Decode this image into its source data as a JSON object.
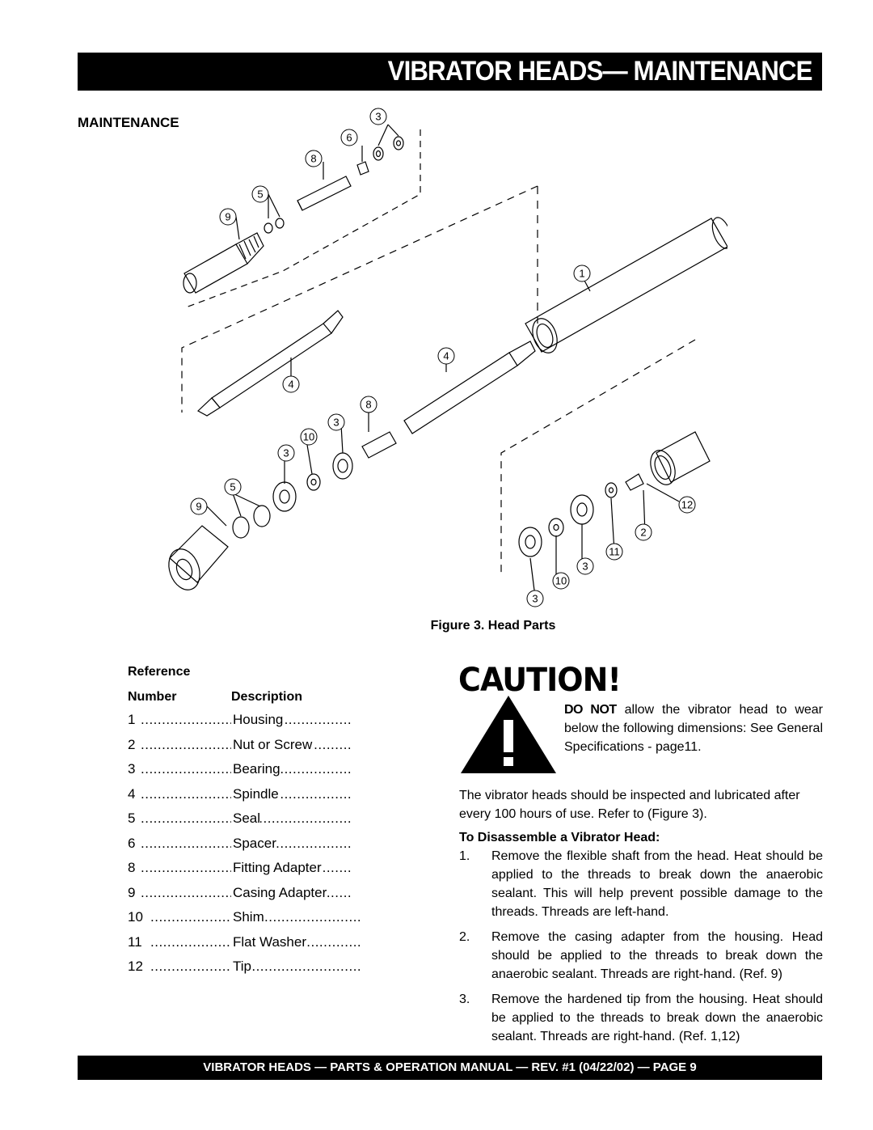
{
  "header": {
    "title": "VIBRATOR HEADS— MAINTENANCE"
  },
  "section": {
    "title": "MAINTENANCE"
  },
  "figure": {
    "caption": "Figure 3. Head Parts",
    "callouts": [
      "3",
      "6",
      "8",
      "5",
      "9",
      "1",
      "4",
      "4",
      "8",
      "3",
      "10",
      "3",
      "5",
      "9",
      "12",
      "2",
      "11",
      "3",
      "10",
      "3"
    ]
  },
  "parts_table": {
    "header_reference": "Reference",
    "header_number": "Number",
    "header_description": "Description",
    "dots": "........................................................",
    "rows": [
      {
        "number": "1",
        "description": "Housing"
      },
      {
        "number": "2",
        "description": "Nut or Screw"
      },
      {
        "number": "3",
        "description": "Bearing"
      },
      {
        "number": "4",
        "description": "Spindle"
      },
      {
        "number": "5",
        "description": "Seal"
      },
      {
        "number": "6",
        "description": "Spacer"
      },
      {
        "number": "8",
        "description": "Fitting Adapter"
      },
      {
        "number": "9",
        "description": "Casing Adapter"
      },
      {
        "number": "10",
        "description": "Shim"
      },
      {
        "number": "11",
        "description": "Flat Washer"
      },
      {
        "number": "12",
        "description": "Tip"
      }
    ]
  },
  "caution": {
    "title": "CAUTION!",
    "bold_lead": "DO NOT",
    "text": " allow the vibrator head to wear below the following dimensions:  See General Specifications - page11."
  },
  "inspection_text": "The vibrator heads should be inspected and lubricated after every 100 hours of use.  Refer to (Figure 3).",
  "disassemble": {
    "title": "To Disassemble a Vibrator Head:",
    "steps": [
      {
        "num": "1.",
        "text": "Remove the flexible shaft from the head.  Heat should be applied to the threads to break down the anaerobic sealant. This will help prevent possible damage to the threads. Threads are left-hand."
      },
      {
        "num": "2.",
        "text": "Remove the casing adapter from the housing.  Head should be applied to the threads to break down the anaerobic sealant.  Threads are right-hand. (Ref. 9)"
      },
      {
        "num": "3.",
        "text": "Remove the hardened tip from the housing.  Heat should be applied to the threads to break down the anaerobic sealant.  Threads are right-hand. (Ref. 1,12)"
      }
    ]
  },
  "footer": {
    "text": "VIBRATOR HEADS — PARTS & OPERATION MANUAL — REV. #1 (04/22/02) — PAGE 9"
  }
}
